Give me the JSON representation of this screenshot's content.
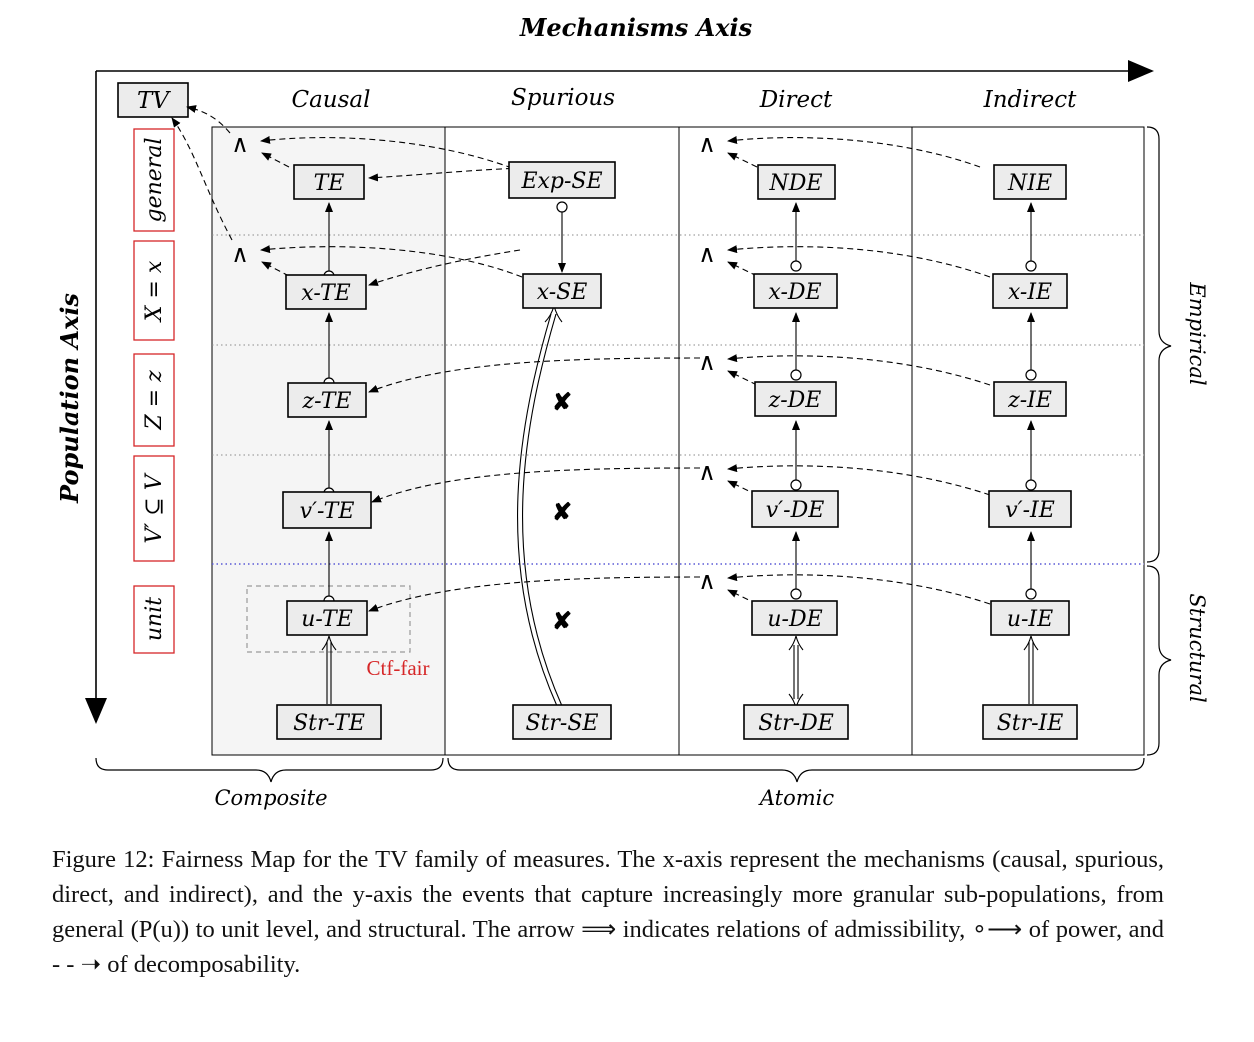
{
  "axes": {
    "x_title": "Mechanisms Axis",
    "y_title": "Population Axis"
  },
  "tv_label": "TV",
  "columns": [
    "Causal",
    "Spurious",
    "Direct",
    "Indirect"
  ],
  "row_labels": [
    "general",
    "X = x",
    "Z = z",
    "V′ ⊆ V",
    "unit"
  ],
  "measures": {
    "causal": [
      "TE",
      "x-TE",
      "z-TE",
      "v′-TE",
      "u-TE",
      "Str-TE"
    ],
    "spurious": [
      "Exp-SE",
      "x-SE",
      "Str-SE"
    ],
    "direct": [
      "NDE",
      "x-DE",
      "z-DE",
      "v′-DE",
      "u-DE",
      "Str-DE"
    ],
    "indirect": [
      "NIE",
      "x-IE",
      "z-IE",
      "v′-IE",
      "u-IE",
      "Str-IE"
    ]
  },
  "conjunction_symbol": "∧",
  "not_available_symbol": "✘",
  "ctf_fair_label": "Ctf-fair",
  "brace_labels": {
    "composite": "Composite",
    "atomic": "Atomic",
    "empirical": "Empirical",
    "structural": "Structural"
  },
  "colors": {
    "ctf_fair": "#d62728",
    "row_label_border": "#d62728",
    "causal_column_bg": "#f5f5f5",
    "blue_dotted_line": "#5a5ad6",
    "gray_dotted_line": "#8a8a8a"
  },
  "caption": {
    "part1": "Figure 12: Fairness Map for the TV family of measures. The x-axis represent the mechanisms (causal, spurious, direct, and indirect), and the y-axis the events that capture increasingly more granular sub-populations, from general (P(u)) to unit level, and structural. The arrow ",
    "arrow_admissibility": "⟹",
    "part2": " indicates relations of admissibility, ",
    "arrow_power": "∘⟶",
    "part3": " of power, and ",
    "arrow_decomposability": "- - ➝",
    "part4": " of decomposability."
  }
}
